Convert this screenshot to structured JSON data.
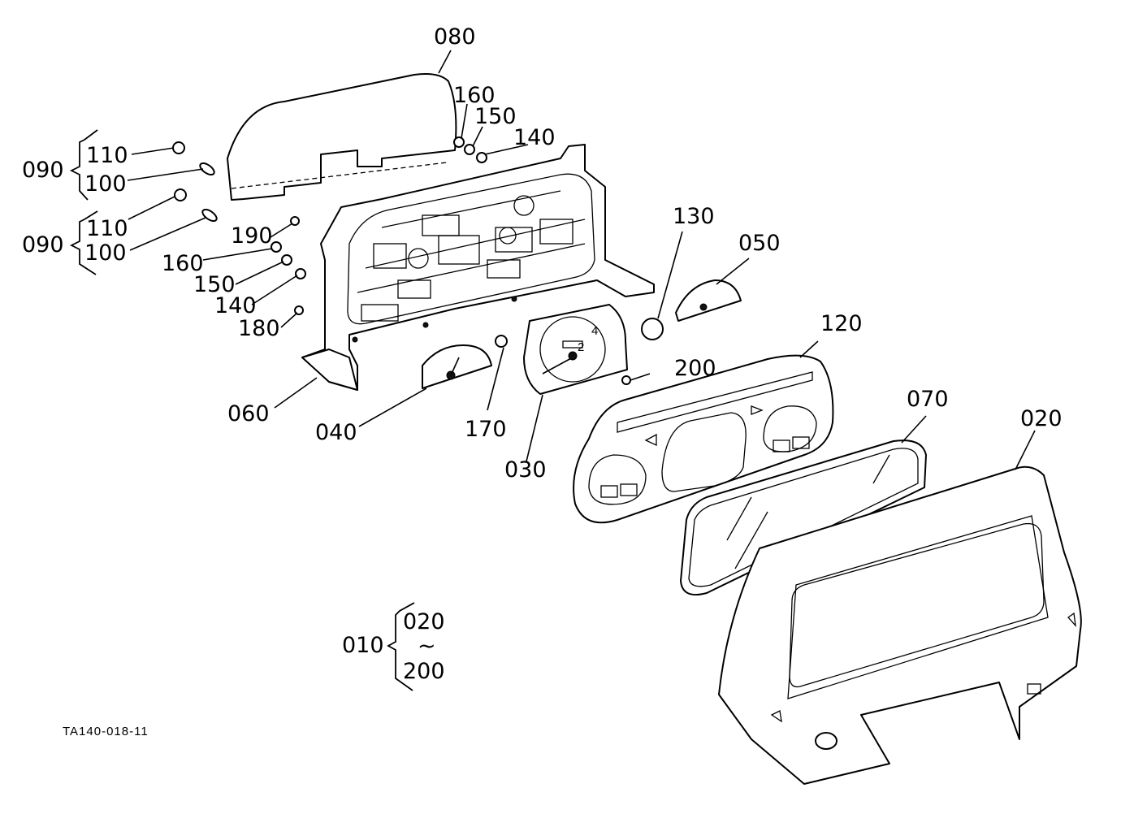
{
  "drawing_code": "TA140-018-11",
  "assembly": {
    "label": "010",
    "range_start": "020",
    "range_tilde": "~",
    "range_end": "200"
  },
  "group_upper": {
    "label": "090",
    "items": [
      "110",
      "100"
    ]
  },
  "group_lower": {
    "label": "090",
    "items": [
      "110",
      "100"
    ]
  },
  "callouts": {
    "c080": "080",
    "c160a": "160",
    "c150a": "150",
    "c140a": "140",
    "c130": "130",
    "c050": "050",
    "c190": "190",
    "c160b": "160",
    "c150b": "150",
    "c140b": "140",
    "c180": "180",
    "c120": "120",
    "c200": "200",
    "c070": "070",
    "c020": "020",
    "c060": "060",
    "c040": "040",
    "c170": "170",
    "c030": "030"
  }
}
